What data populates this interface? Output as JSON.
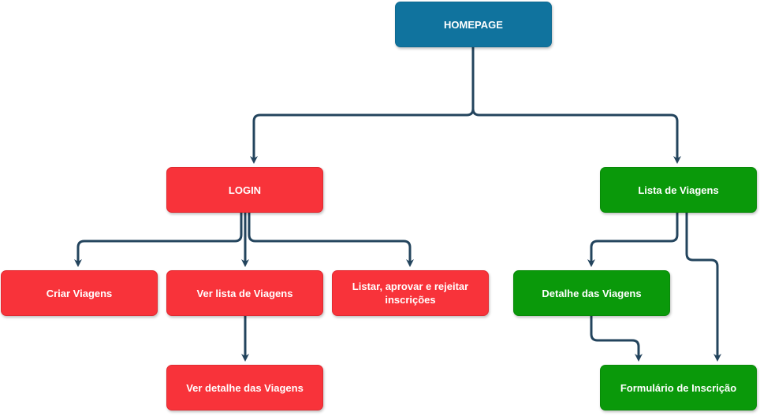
{
  "colors": {
    "root": "#10739e",
    "login_branch": "#f8333a",
    "public_branch": "#0a990a",
    "connector": "#23445d"
  },
  "nodes": {
    "homepage": "HOMEPAGE",
    "login": "LOGIN",
    "lista_viagens": "Lista de Viagens",
    "criar_viagens": "Criar Viagens",
    "ver_lista_viagens": "Ver lista de Viagens",
    "listar_inscricoes": "Listar, aprovar e rejeitar inscrições",
    "ver_detalhe_viagens": "Ver detalhe das Viagens",
    "detalhe_viagens": "Detalhe das Viagens",
    "formulario_inscricao": "Formulário de Inscrição"
  },
  "edges": [
    [
      "homepage",
      "login"
    ],
    [
      "homepage",
      "lista_viagens"
    ],
    [
      "login",
      "criar_viagens"
    ],
    [
      "login",
      "ver_lista_viagens"
    ],
    [
      "login",
      "listar_inscricoes"
    ],
    [
      "ver_lista_viagens",
      "ver_detalhe_viagens"
    ],
    [
      "lista_viagens",
      "detalhe_viagens"
    ],
    [
      "lista_viagens",
      "formulario_inscricao"
    ],
    [
      "detalhe_viagens",
      "formulario_inscricao"
    ]
  ]
}
